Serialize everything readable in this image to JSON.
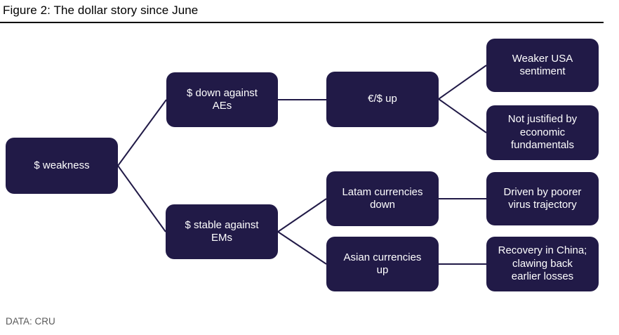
{
  "title": "Figure 2: The dollar story since June",
  "source": "DATA: CRU",
  "colors": {
    "node_fill": "#211a47",
    "node_text": "#ffffff",
    "connector": "#211a47",
    "title_text": "#000000",
    "title_rule": "#000000",
    "source_text": "#595959",
    "background": "#ffffff"
  },
  "diagram": {
    "nodes": {
      "weakness": {
        "label": "$ weakness"
      },
      "down_aes": {
        "label": "$ down against\nAEs"
      },
      "stable_ems": {
        "label": "$ stable against\nEMs"
      },
      "eur_usd_up": {
        "label": "€/$ up"
      },
      "latam_down": {
        "label": "Latam currencies\ndown"
      },
      "asian_up": {
        "label": "Asian currencies\nup"
      },
      "weaker_usa": {
        "label": "Weaker USA\nsentiment"
      },
      "not_justified": {
        "label": "Not justified by\neconomic\nfundamentals"
      },
      "virus_trajectory": {
        "label": "Driven by poorer\nvirus trajectory"
      },
      "recovery_china": {
        "label": "Recovery in China;\nclawing back\nearlier losses"
      }
    },
    "edges": [
      {
        "from": "weakness",
        "to": "down_aes"
      },
      {
        "from": "weakness",
        "to": "stable_ems"
      },
      {
        "from": "down_aes",
        "to": "eur_usd_up"
      },
      {
        "from": "eur_usd_up",
        "to": "weaker_usa"
      },
      {
        "from": "eur_usd_up",
        "to": "not_justified"
      },
      {
        "from": "stable_ems",
        "to": "latam_down"
      },
      {
        "from": "stable_ems",
        "to": "asian_up"
      },
      {
        "from": "latam_down",
        "to": "virus_trajectory"
      },
      {
        "from": "asian_up",
        "to": "recovery_china"
      }
    ]
  }
}
